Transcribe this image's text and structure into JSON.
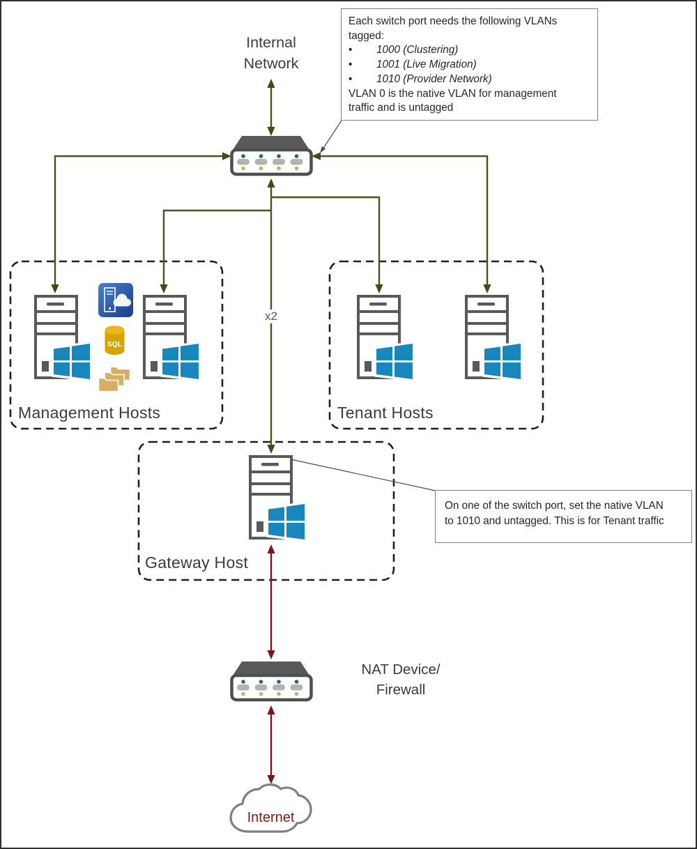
{
  "palette": {
    "green_line": "#44551c",
    "green_arrowhead": "#3c4f12",
    "red_arrow": "#7c1316",
    "windows_blue": "#1787be",
    "server_gray": "#595959",
    "switch_border": "#4f4f4f",
    "teal_port_led": "#266b5e",
    "amber_port_led": "#dca85c",
    "port_gray": "#b3b3b3",
    "sql_gold": "#d7a300",
    "folder_tan": "#d8ad66",
    "vmm_blue_light": "#4a80cf",
    "vmm_blue_dark": "#1c3d85",
    "cloud_border": "#808080",
    "label_text": "#3b3b3b",
    "internet_text": "#7d1b18"
  },
  "nodes": {
    "internal_network": {
      "line1": "Internal",
      "line2": "Network"
    },
    "management_hosts": {
      "label": "Management Hosts"
    },
    "tenant_hosts": {
      "label": "Tenant Hosts"
    },
    "gateway_host": {
      "label": "Gateway Host"
    },
    "nat_device": {
      "line1": "NAT Device/",
      "line2": "Firewall"
    },
    "internet": {
      "label": "Internet"
    },
    "sql_icon_label": "SQL",
    "link_multiplier": "x2"
  },
  "callouts": {
    "vlan_note": {
      "intro_line1": "Each switch port needs the following VLANs",
      "intro_line2": "tagged:",
      "bullets": [
        "1000 (Clustering)",
        "1001 (Live Migration)",
        "1010 (Provider Network)"
      ],
      "footer_line1": "VLAN 0 is the native VLAN for management",
      "footer_line2": "traffic and is untagged"
    },
    "tenant_vlan_note": {
      "line1": "On one of the switch port, set the native VLAN",
      "line2": "to 1010 and untagged. This is for Tenant traffic"
    }
  }
}
